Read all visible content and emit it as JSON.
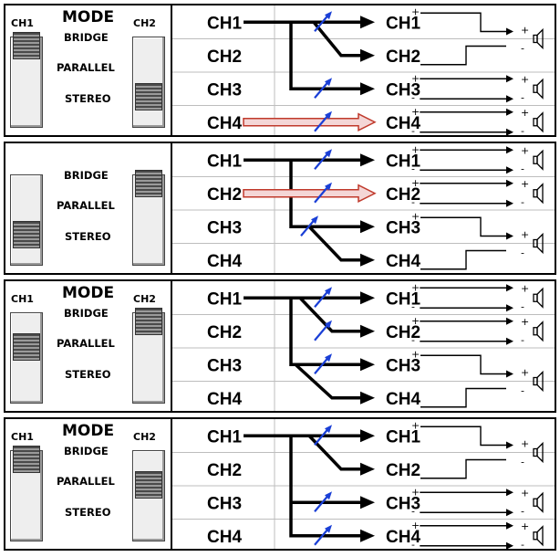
{
  "panels": [
    {
      "mode_title": "MODE",
      "ch1_label": "CH1",
      "ch2_label": "CH2",
      "options": {
        "bridge": "BRIDGE",
        "parallel": "PARALLEL",
        "stereo": "STEREO"
      },
      "switch_ch1_position": "bridge",
      "switch_ch2_position": "stereo",
      "inputs": [
        "CH1",
        "CH2",
        "CH3",
        "CH4"
      ],
      "outputs": [
        "CH1",
        "CH2",
        "CH3",
        "CH4"
      ],
      "disabled_channel": "CH4"
    },
    {
      "mode_title": "",
      "ch1_label": "",
      "ch2_label": "",
      "options": {
        "bridge": "BRIDGE",
        "parallel": "PARALLEL",
        "stereo": "STEREO"
      },
      "switch_ch1_position": "stereo",
      "switch_ch2_position": "bridge",
      "inputs": [
        "CH1",
        "CH2",
        "CH3",
        "CH4"
      ],
      "outputs": [
        "CH1",
        "CH2",
        "CH3",
        "CH4"
      ],
      "disabled_channel": "CH2"
    },
    {
      "mode_title": "MODE",
      "ch1_label": "CH1",
      "ch2_label": "CH2",
      "options": {
        "bridge": "BRIDGE",
        "parallel": "PARALLEL",
        "stereo": "STEREO"
      },
      "switch_ch1_position": "parallel",
      "switch_ch2_position": "bridge",
      "inputs": [
        "CH1",
        "CH2",
        "CH3",
        "CH4"
      ],
      "outputs": [
        "CH1",
        "CH2",
        "CH3",
        "CH4"
      ],
      "disabled_channel": ""
    },
    {
      "mode_title": "MODE",
      "ch1_label": "CH1",
      "ch2_label": "CH2",
      "options": {
        "bridge": "BRIDGE",
        "parallel": "PARALLEL",
        "stereo": "STEREO"
      },
      "switch_ch1_position": "bridge",
      "switch_ch2_position": "parallel",
      "inputs": [
        "CH1",
        "CH2",
        "CH3",
        "CH4"
      ],
      "outputs": [
        "CH1",
        "CH2",
        "CH3",
        "CH4"
      ],
      "disabled_channel": ""
    }
  ],
  "colors": {
    "line": "#000000",
    "gain_arrow": "#1a3fd6",
    "disabled_arrow": "#c0392b",
    "disabled_fill": "#f4d6d6",
    "switch_body": "#eeeeee",
    "knob": "#4a4a4a"
  },
  "icons": [
    "speaker-icon",
    "gain-arrow-icon",
    "signal-arrow-icon"
  ]
}
